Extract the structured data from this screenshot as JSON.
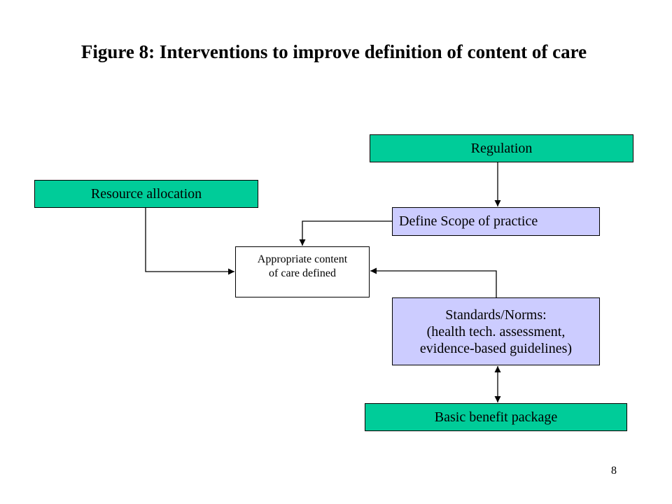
{
  "title": "Figure 8: Interventions to improve definition of content of care",
  "colors": {
    "green_box": "#00cc99",
    "lavender_box": "#ccccff",
    "white_box": "#ffffff",
    "line": "#000000"
  },
  "nodes": {
    "regulation": "Regulation",
    "resource_allocation": "Resource allocation",
    "define_scope": "Define Scope of practice",
    "appropriate_content": "Appropriate content\nof care defined",
    "standards_norms": "Standards/Norms:\n(health tech. assessment,\nevidence-based guidelines)",
    "basic_benefit": "Basic benefit package"
  },
  "edges": [
    {
      "from": "regulation",
      "to": "define_scope",
      "direction": "forward"
    },
    {
      "from": "define_scope",
      "to": "appropriate_content",
      "direction": "forward"
    },
    {
      "from": "resource_allocation",
      "to": "appropriate_content",
      "direction": "forward"
    },
    {
      "from": "standards_norms",
      "to": "appropriate_content",
      "direction": "forward"
    },
    {
      "from": "standards_norms",
      "to": "basic_benefit",
      "direction": "both"
    }
  ],
  "page_number": "8"
}
